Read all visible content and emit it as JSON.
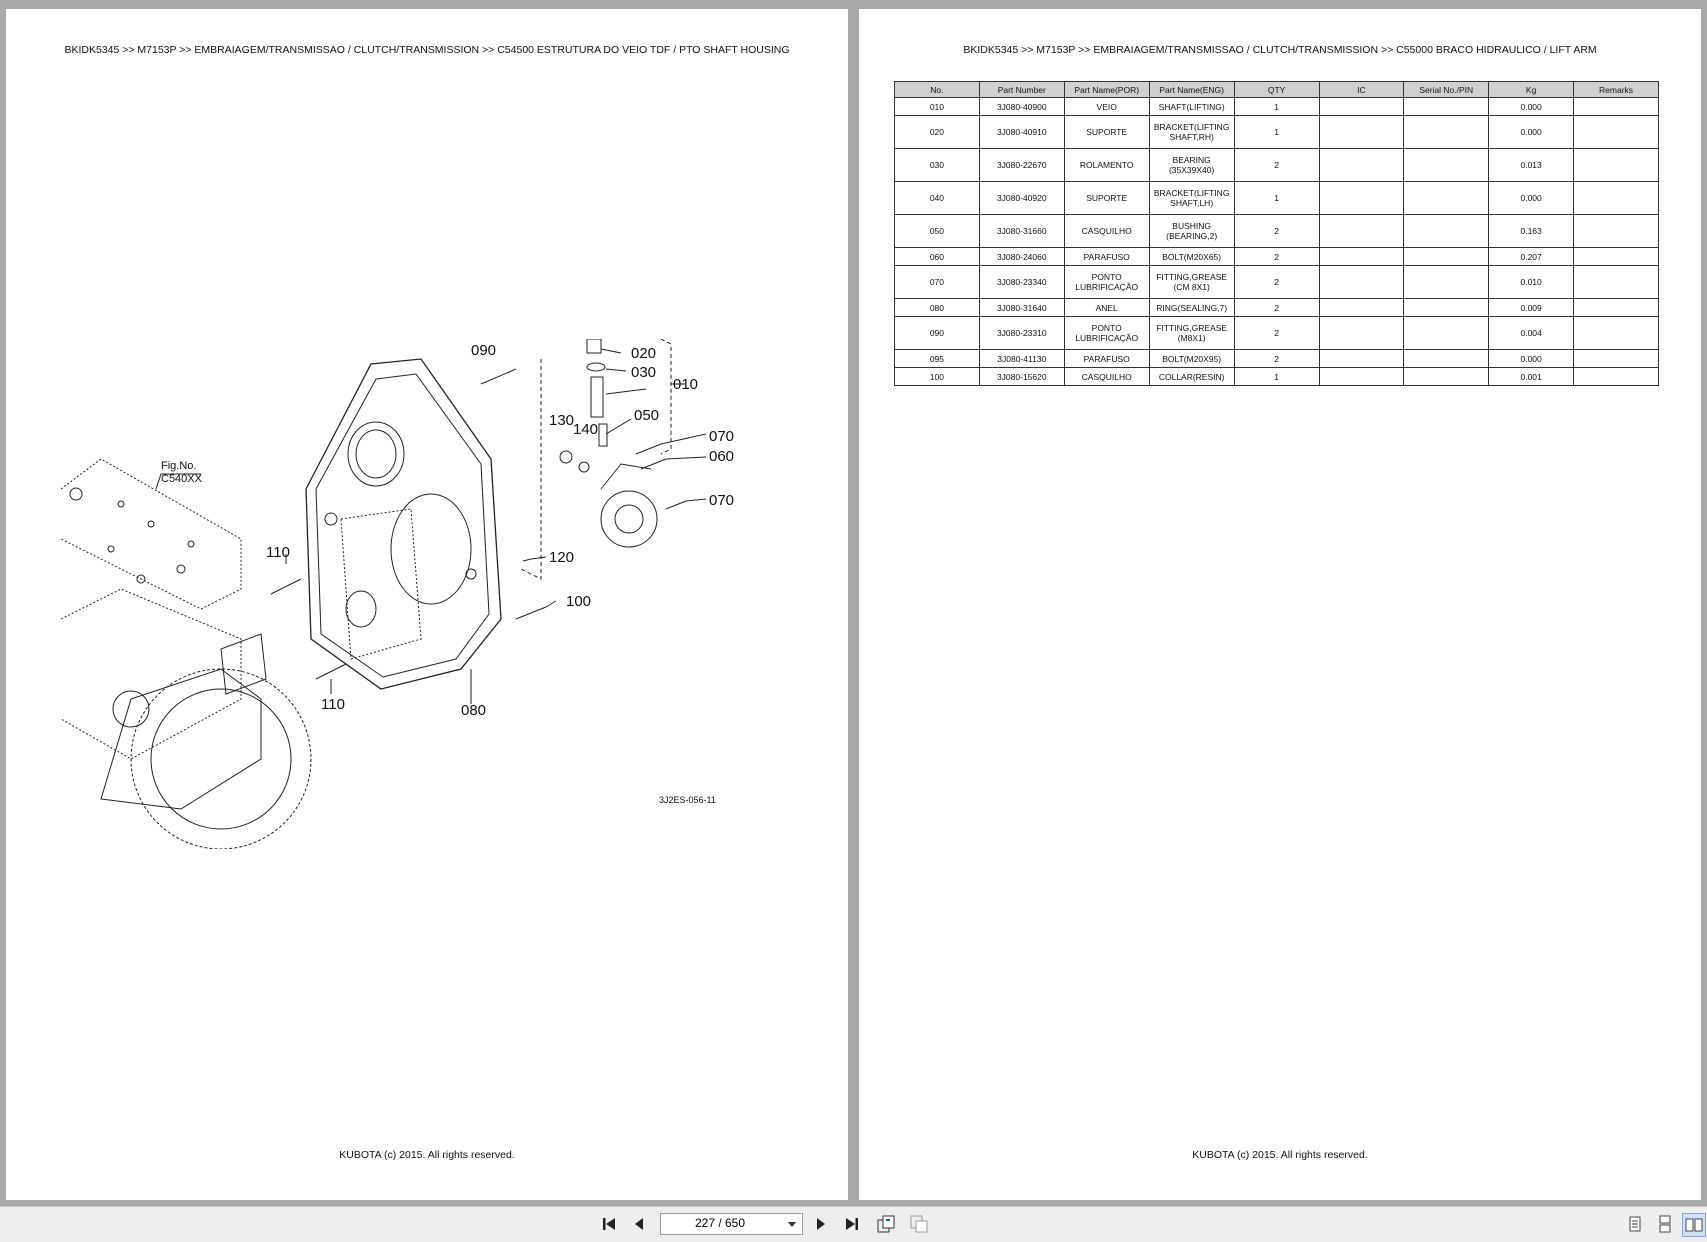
{
  "left_page": {
    "breadcrumb": "BKIDK5345 >> M7153P >> EMBRAIAGEM/TRANSMISSAO / CLUTCH/TRANSMISSION >> C54500   ESTRUTURA DO VEIO TDF / PTO SHAFT HOUSING",
    "diagram": {
      "callouts": [
        "090",
        "020",
        "030",
        "010",
        "130",
        "140",
        "050",
        "070",
        "060",
        "070",
        "120",
        "110",
        "100",
        "110",
        "080"
      ],
      "fig_label": "Fig.No.",
      "fig_ref": "C540XX",
      "drawing_id": "3J2ES-056-11"
    },
    "footer": "KUBOTA (c) 2015. All rights reserved."
  },
  "right_page": {
    "breadcrumb": "BKIDK5345 >> M7153P >> EMBRAIAGEM/TRANSMISSAO / CLUTCH/TRANSMISSION >> C55000   BRACO HIDRAULICO / LIFT ARM",
    "table": {
      "headers": [
        "No.",
        "Part Number",
        "Part Name(POR)",
        "Part Name(ENG)",
        "QTY",
        "IC",
        "Serial No./PIN",
        "Kg",
        "Remarks"
      ],
      "rows": [
        [
          "010",
          "3J080-40900",
          "VEIO",
          "SHAFT(LIFTING)",
          "1",
          "",
          "",
          "0.000",
          ""
        ],
        [
          "020",
          "3J080-40910",
          "SUPORTE",
          "BRACKET(LIFTING SHAFT,RH)",
          "1",
          "",
          "",
          "0.000",
          ""
        ],
        [
          "030",
          "3J080-22670",
          "ROLAMENTO",
          "BEARING (35X39X40)",
          "2",
          "",
          "",
          "0.013",
          ""
        ],
        [
          "040",
          "3J080-40920",
          "SUPORTE",
          "BRACKET(LIFTING SHAFT,LH)",
          "1",
          "",
          "",
          "0.000",
          ""
        ],
        [
          "050",
          "3J080-31660",
          "CASQUILHO",
          "BUSHING (BEARING,2)",
          "2",
          "",
          "",
          "0.163",
          ""
        ],
        [
          "060",
          "3J080-24060",
          "PARAFUSO",
          "BOLT(M20X65)",
          "2",
          "",
          "",
          "0.207",
          ""
        ],
        [
          "070",
          "3J080-23340",
          "PONTO LUBRIFICAÇÃO",
          "FITTING,GREASE (CM 8X1)",
          "2",
          "",
          "",
          "0.010",
          ""
        ],
        [
          "080",
          "3J080-31640",
          "ANEL",
          "RING(SEALING,7)",
          "2",
          "",
          "",
          "0.009",
          ""
        ],
        [
          "090",
          "3J080-23310",
          "PONTO LUBRIFICAÇÃO",
          "FITTING,GREASE (M8X1)",
          "2",
          "",
          "",
          "0.004",
          ""
        ],
        [
          "095",
          "3J080-41130",
          "PARAFUSO",
          "BOLT(M20X95)",
          "2",
          "",
          "",
          "0.000",
          ""
        ],
        [
          "100",
          "3J080-15620",
          "CASQUILHO",
          "COLLAR(RESIN)",
          "1",
          "",
          "",
          "0.001",
          ""
        ]
      ]
    },
    "footer": "KUBOTA (c) 2015. All rights reserved."
  },
  "toolbar": {
    "page_indicator": "227 / 650",
    "buttons": [
      "first-page",
      "previous-page",
      "next-page",
      "last-page",
      "rotate",
      "fit-page",
      "single-page-view",
      "continuous-view",
      "two-page-view"
    ]
  }
}
